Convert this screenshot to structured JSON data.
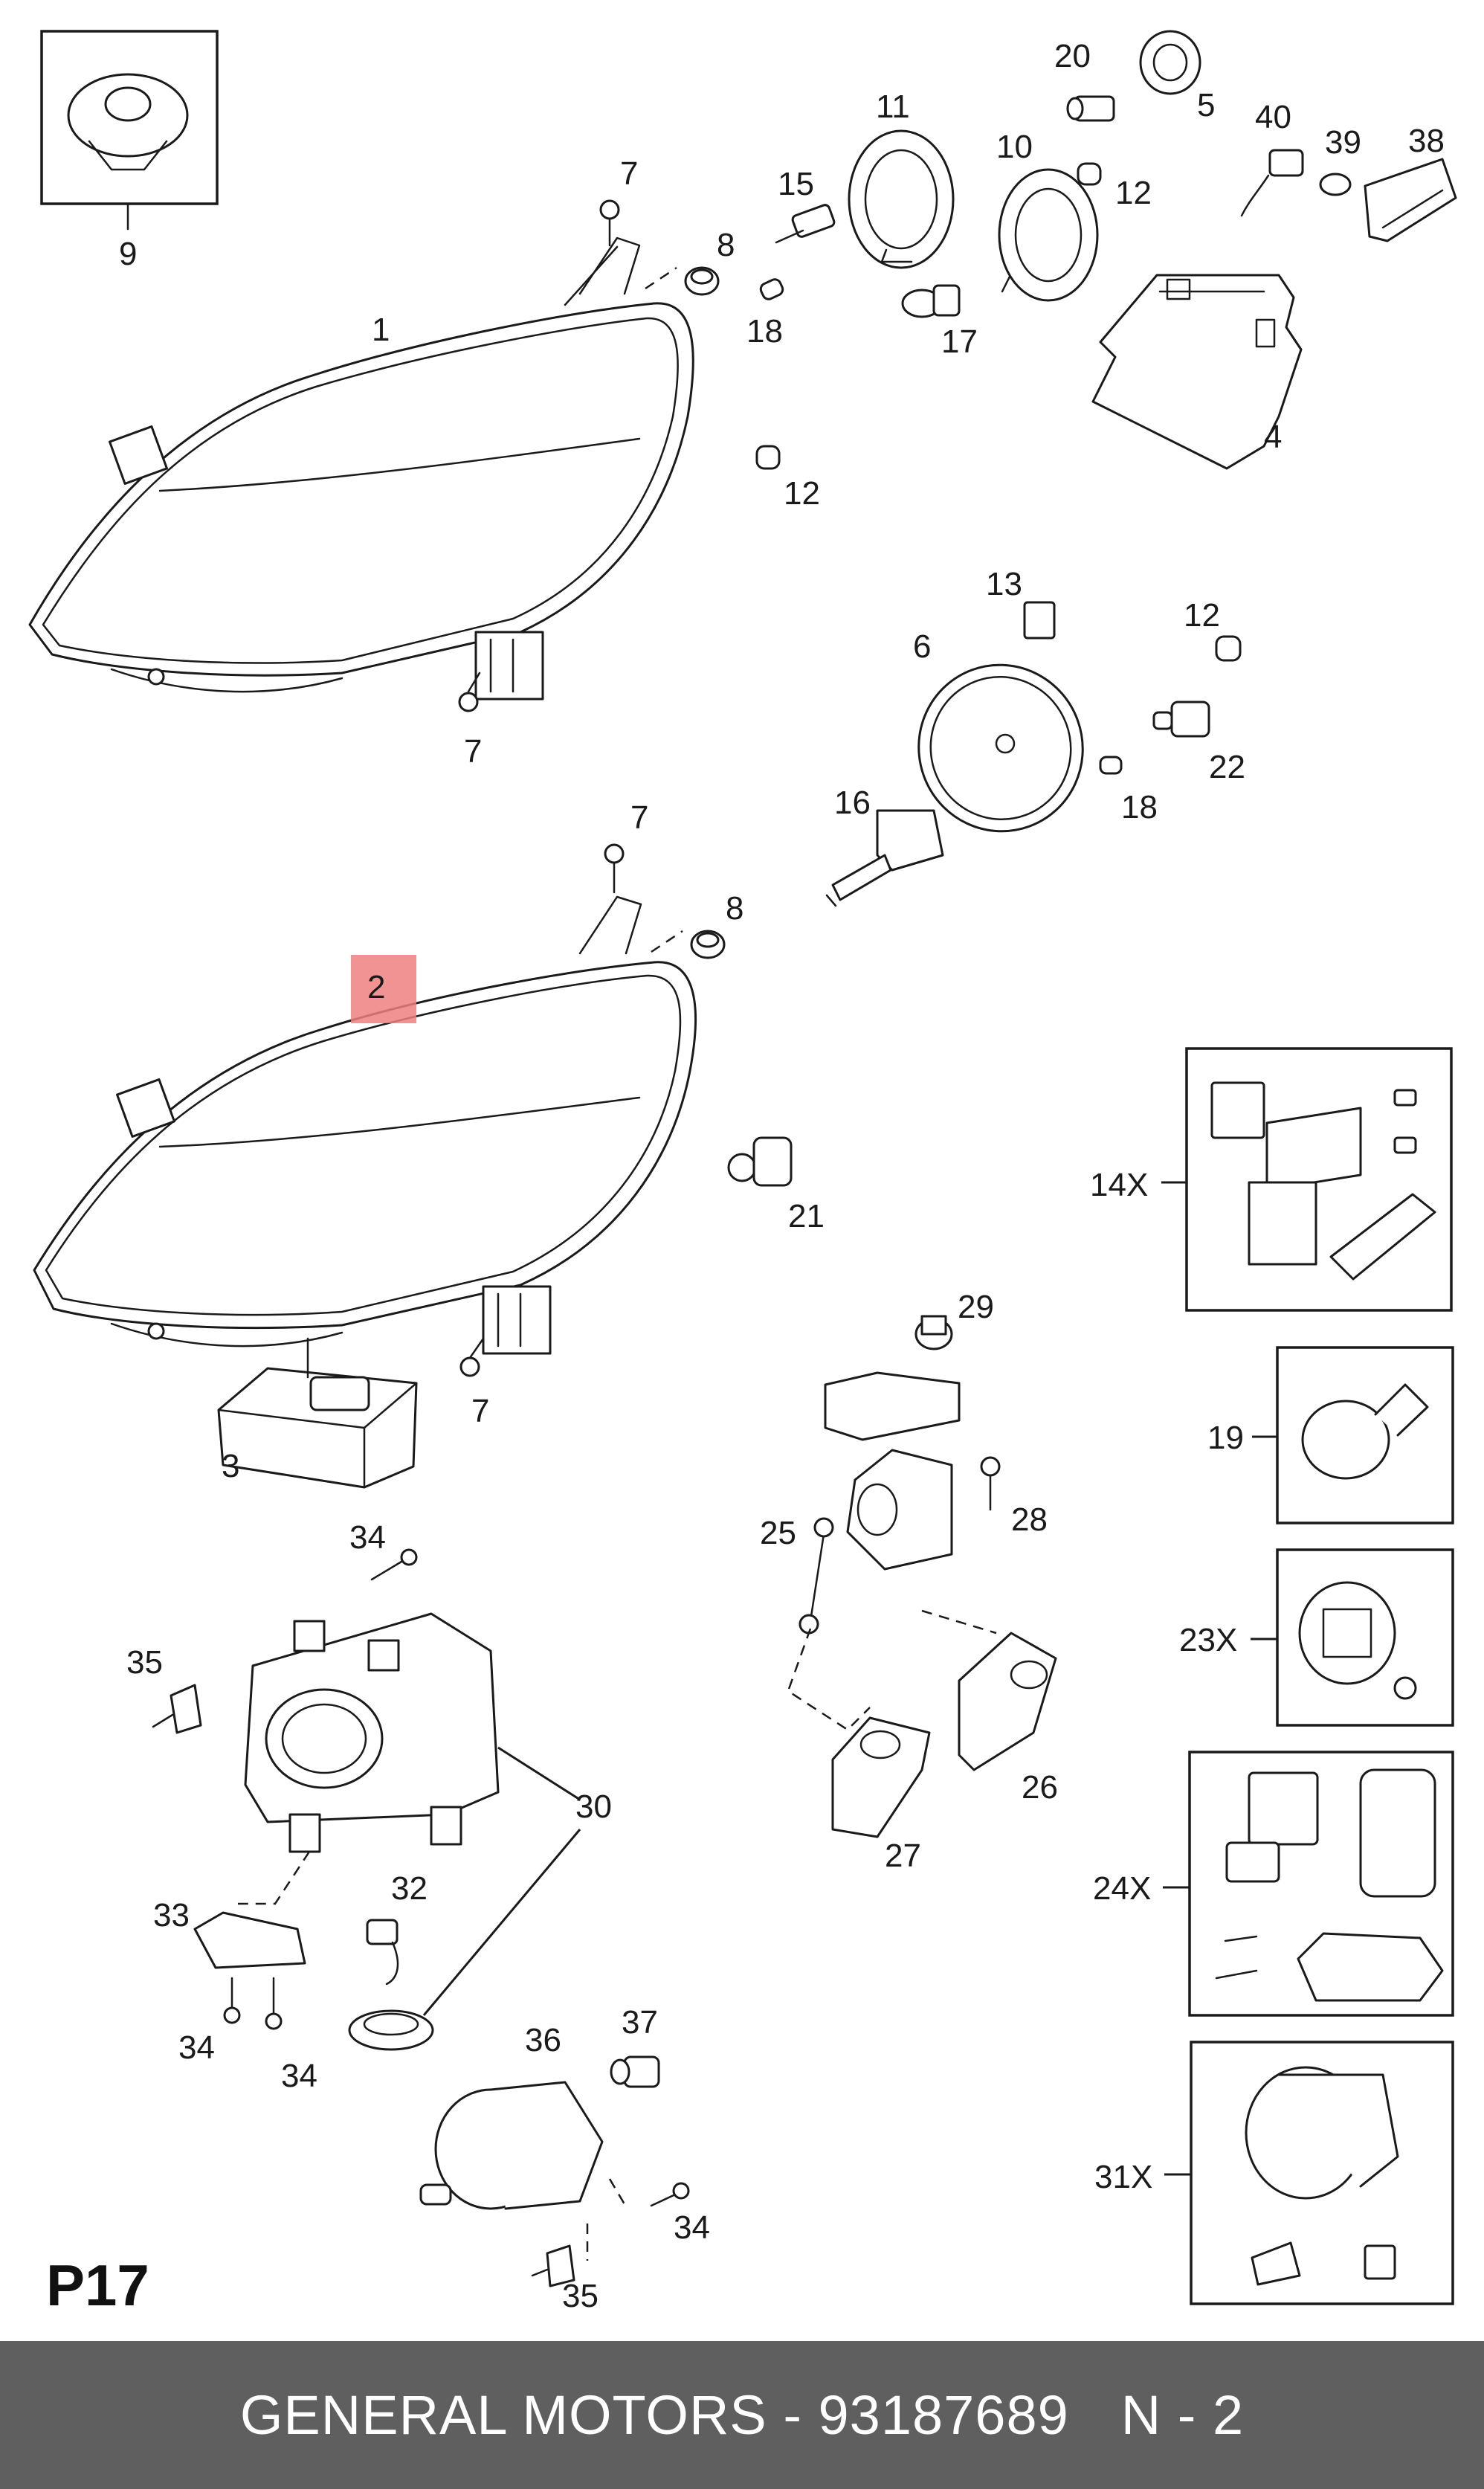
{
  "callouts": {
    "c1": "1",
    "c2": "2",
    "c3": "3",
    "c4": "4",
    "c5": "5",
    "c6": "6",
    "c7a": "7",
    "c7b": "7",
    "c7c": "7",
    "c7d": "7",
    "c8a": "8",
    "c8b": "8",
    "c9": "9",
    "c10": "10",
    "c11": "11",
    "c12a": "12",
    "c12b": "12",
    "c12c": "12",
    "c13": "13",
    "c14": "14X",
    "c15": "15",
    "c16": "16",
    "c17": "17",
    "c18a": "18",
    "c18b": "18",
    "c19": "19",
    "c20": "20",
    "c21": "21",
    "c22": "22",
    "c23": "23X",
    "c24": "24X",
    "c25": "25",
    "c26": "26",
    "c27": "27",
    "c28": "28",
    "c29": "29",
    "c30": "30",
    "c31": "31X",
    "c32": "32",
    "c33": "33",
    "c34a": "34",
    "c34b": "34",
    "c34c": "34",
    "c34d": "34",
    "c35a": "35",
    "c35b": "35",
    "c36": "36",
    "c37": "37",
    "c38": "38",
    "c39": "39",
    "c40": "40"
  },
  "highlight": {
    "label": "2",
    "color": "#f08080"
  },
  "page_tag": "P17",
  "footer": {
    "brand_part": "GENERAL MOTORS - 93187689",
    "page": "N - 2"
  },
  "colors": {
    "line": "#1a1a1a",
    "footer_bg": "#5f5f5f",
    "footer_text": "#ffffff"
  }
}
